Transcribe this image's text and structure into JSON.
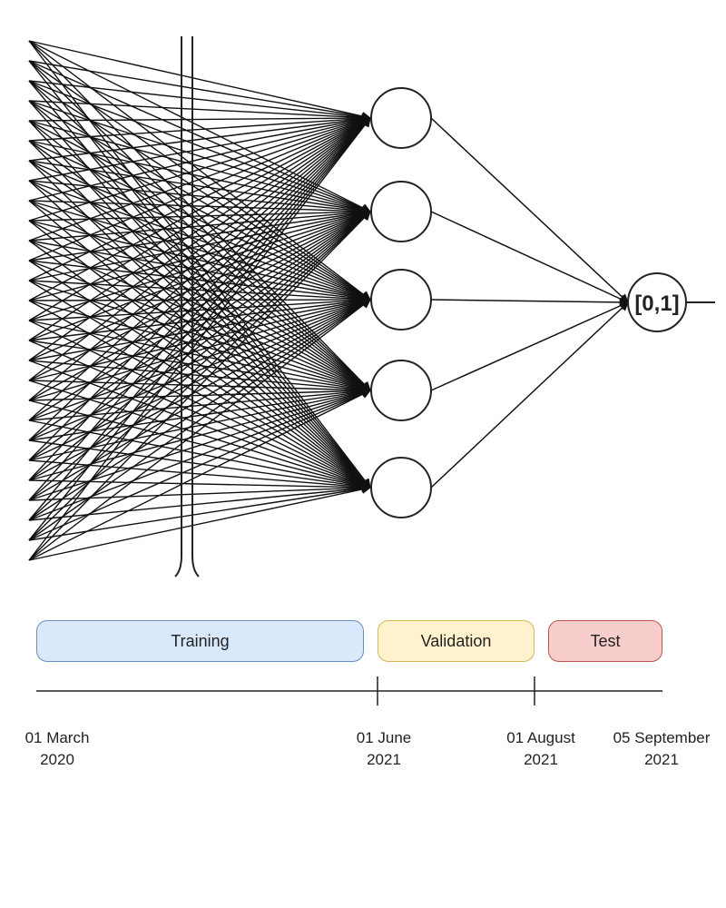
{
  "network": {
    "output_label": "[0,1]",
    "hidden_neuron_count": 5
  },
  "timeline": {
    "phases": [
      {
        "label": "Training",
        "fill": "#dae8fc",
        "border": "#6c8ebf"
      },
      {
        "label": "Validation",
        "fill": "#fff2cc",
        "border": "#d6b656"
      },
      {
        "label": "Test",
        "fill": "#f8cecc",
        "border": "#b85450"
      }
    ],
    "dates": [
      {
        "line1": "01 March",
        "line2": "2020"
      },
      {
        "line1": "01 June",
        "line2": "2021"
      },
      {
        "line1": "01 August",
        "line2": "2021"
      },
      {
        "line1": "05 September",
        "line2": "2021"
      }
    ]
  }
}
